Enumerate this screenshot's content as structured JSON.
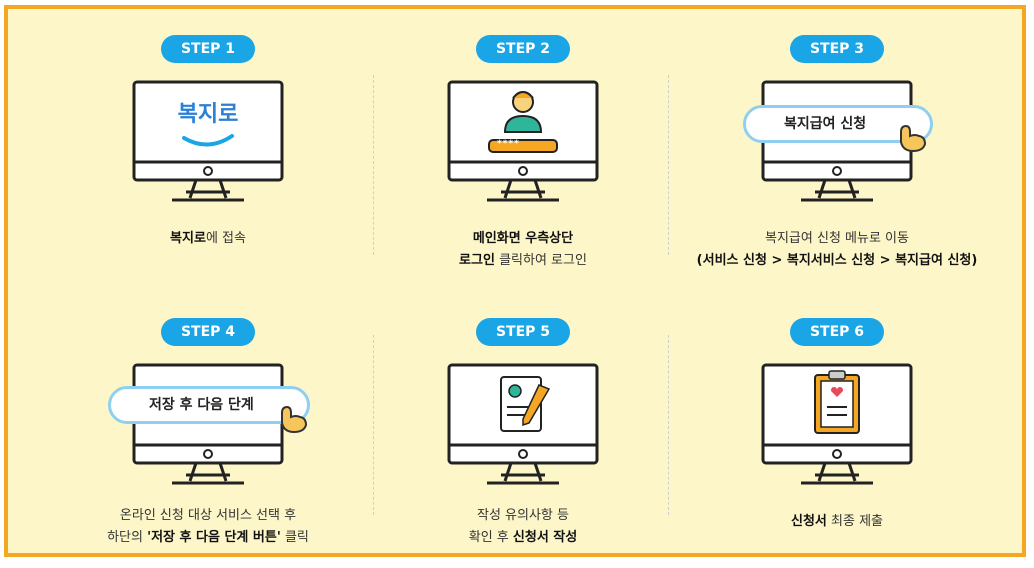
{
  "steps": [
    {
      "badge": "STEP 1",
      "screen_logo": "복지로",
      "caption_parts": [
        {
          "text": "복지로",
          "bold": true
        },
        {
          "text": "에 접속",
          "bold": false
        }
      ]
    },
    {
      "badge": "STEP 2",
      "login_mask": "****",
      "line1": "메인화면 우측상단",
      "line2_bold": "로그인",
      "line2_rest": " 클릭하여 로그인"
    },
    {
      "badge": "STEP 3",
      "pill": "복지급여 신청",
      "line1": "복지급여 신청 메뉴로 이동",
      "line2": "(서비스 신청 > 복지서비스 신청 > 복지급여 신청)"
    },
    {
      "badge": "STEP 4",
      "pill": "저장 후  다음 단계",
      "line1": "온라인 신청 대상 서비스 선택 후",
      "line2_pre": "하단의 ",
      "line2_bold": "'저장 후 다음 단계 버튼'",
      "line2_post": " 클릭"
    },
    {
      "badge": "STEP 5",
      "line1": "작성 유의사항 등",
      "line2_pre": "확인 후 ",
      "line2_bold": "신청서 작성"
    },
    {
      "badge": "STEP 6",
      "caption_bold": "신청서",
      "caption_rest": " 최종 제출"
    }
  ],
  "colors": {
    "badge": "#1aa5e6",
    "background": "#fdf6c8",
    "border": "#f5a623"
  }
}
